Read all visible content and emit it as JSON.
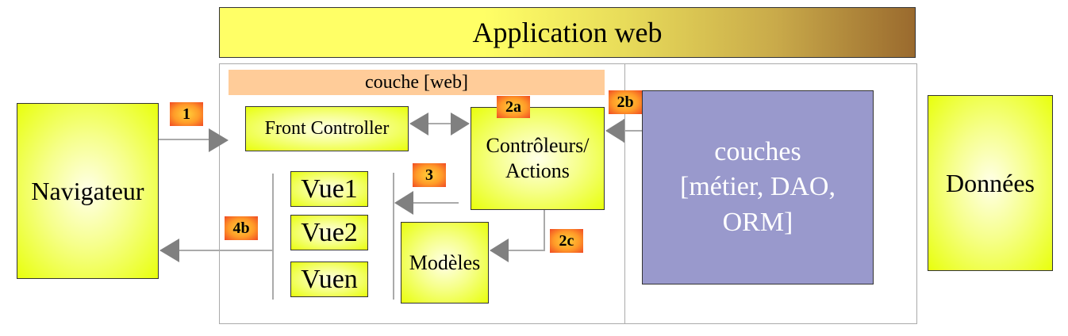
{
  "diagram": {
    "title": "Application web",
    "web_layer_label": "couche [web]",
    "nodes": {
      "navigateur": "Navigateur",
      "front_controller": "Front Controller",
      "controleurs": "Contrôleurs/\nActions",
      "vue1": "Vue1",
      "vue2": "Vue2",
      "vuen": "Vuen",
      "modeles": "Modèles",
      "metier": "couches\n[métier, DAO,\nORM]",
      "donnees": "Données"
    },
    "steps": {
      "s1": "1",
      "s2a": "2a",
      "s2b": "2b",
      "s2c": "2c",
      "s3": "3",
      "s4b": "4b"
    },
    "colors": {
      "node_fill": "#e8ff0c",
      "metier_fill": "#9999cc",
      "web_layer_fill": "#ffcc99",
      "badge_fill": "#ff9a28",
      "arrow": "#808080",
      "line": "#aaaaaa"
    }
  }
}
